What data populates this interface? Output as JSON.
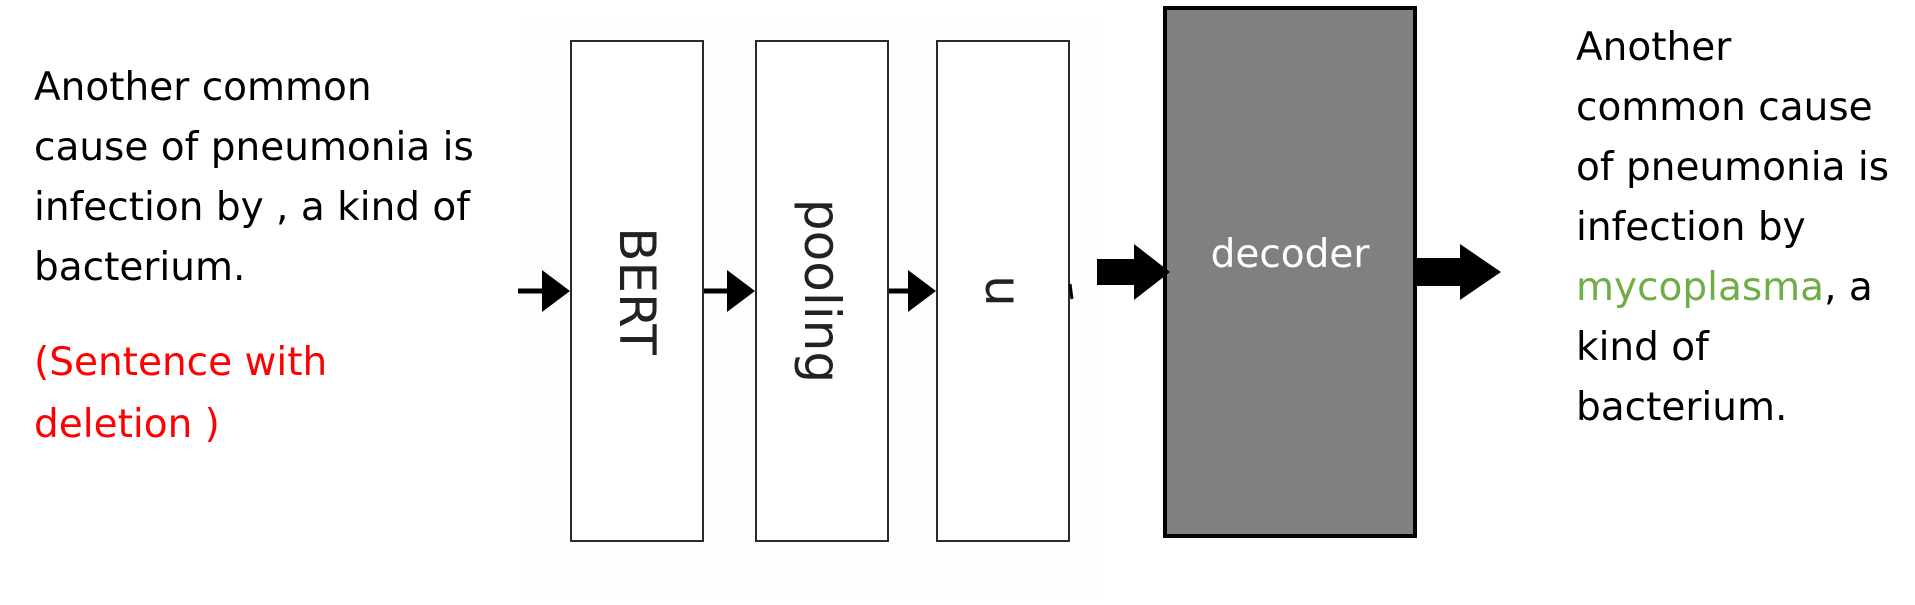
{
  "input": {
    "sentence": "Another common cause of pneumonia is infection by , a kind of bacterium.",
    "note_line1": "(Sentence with",
    "note_line2": "deletion )"
  },
  "encoder": {
    "blocks": [
      {
        "label": "BERT"
      },
      {
        "label": "pooling"
      },
      {
        "label": "u"
      }
    ]
  },
  "decoder": {
    "label": "decoder"
  },
  "output": {
    "prefix": "Another common cause of pneumonia is infection by ",
    "inserted_word": "mycoplasma",
    "suffix": ", a kind of bacterium."
  },
  "colors": {
    "note": "#ff0000",
    "inserted_word": "#70ad47",
    "decoder_fill": "#808080"
  }
}
